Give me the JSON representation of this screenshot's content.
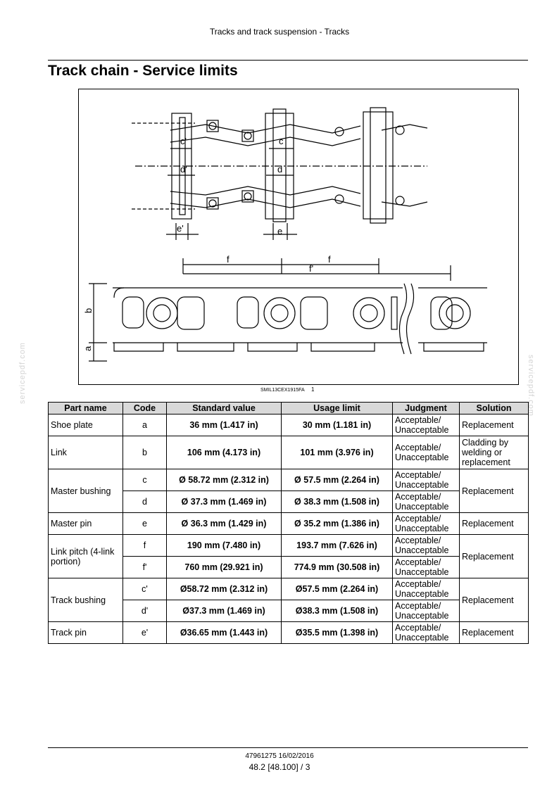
{
  "header": {
    "section": "Tracks and track suspension - Tracks"
  },
  "page_title": "Track chain - Service limits",
  "figure": {
    "caption_code": "SMIL13CEX1915FA",
    "number": "1",
    "labels": {
      "c_prime": "c'",
      "c": "c",
      "d_prime": "d'",
      "d": "d",
      "e_prime": "e'",
      "e": "e",
      "f1": "f",
      "f2": "f",
      "f_prime": "f'",
      "b": "b",
      "a": "a"
    }
  },
  "watermark": "servicepdf.com",
  "table": {
    "headers": [
      "Part name",
      "Code",
      "Standard value",
      "Usage limit",
      "Judgment",
      "Solution"
    ],
    "rows": [
      {
        "part": "Shoe plate",
        "code": "a",
        "std": "36 mm (1.417 in)",
        "limit": "30 mm (1.181 in)",
        "judgment": "Acceptable/ Unacceptable",
        "solution": "Replacement"
      },
      {
        "part": "Link",
        "code": "b",
        "std": "106 mm (4.173 in)",
        "limit": "101 mm (3.976 in)",
        "judgment": "Acceptable/ Unacceptable",
        "solution": "Cladding by welding or replacement"
      },
      {
        "part": "Master bushing",
        "code": "c",
        "std": "Ø 58.72 mm (2.312 in)",
        "limit": "Ø 57.5 mm (2.264 in)",
        "judgment": "Acceptable/ Unacceptable",
        "solution": "Replacement"
      },
      {
        "code": "d",
        "std": "Ø 37.3 mm (1.469 in)",
        "limit": "Ø 38.3 mm (1.508 in)",
        "judgment": "Acceptable/ Unacceptable"
      },
      {
        "part": "Master pin",
        "code": "e",
        "std": "Ø 36.3 mm (1.429 in)",
        "limit": "Ø 35.2 mm (1.386 in)",
        "judgment": "Acceptable/ Unacceptable",
        "solution": "Replacement"
      },
      {
        "part": "Link pitch (4-link portion)",
        "code": "f",
        "std": "190 mm (7.480 in)",
        "limit": "193.7 mm (7.626 in)",
        "judgment": "Acceptable/ Unacceptable",
        "solution": "Replacement"
      },
      {
        "code": "f'",
        "std": "760 mm (29.921 in)",
        "limit": "774.9 mm (30.508 in)",
        "judgment": "Acceptable/ Unacceptable"
      },
      {
        "part": "Track bushing",
        "code": "c'",
        "std": "Ø58.72 mm (2.312 in)",
        "limit": "Ø57.5 mm (2.264 in)",
        "judgment": "Acceptable/ Unacceptable",
        "solution": "Replacement"
      },
      {
        "code": "d'",
        "std": "Ø37.3 mm (1.469 in)",
        "limit": "Ø38.3 mm (1.508 in)",
        "judgment": "Acceptable/ Unacceptable"
      },
      {
        "part": "Track pin",
        "code": "e'",
        "std": "Ø36.65 mm (1.443 in)",
        "limit": "Ø35.5 mm (1.398 in)",
        "judgment": "Acceptable/ Unacceptable",
        "solution": "Replacement"
      }
    ]
  },
  "footer": {
    "doc_code": "47961275 16/02/2016",
    "page": "48.2 [48.100] / 3"
  }
}
